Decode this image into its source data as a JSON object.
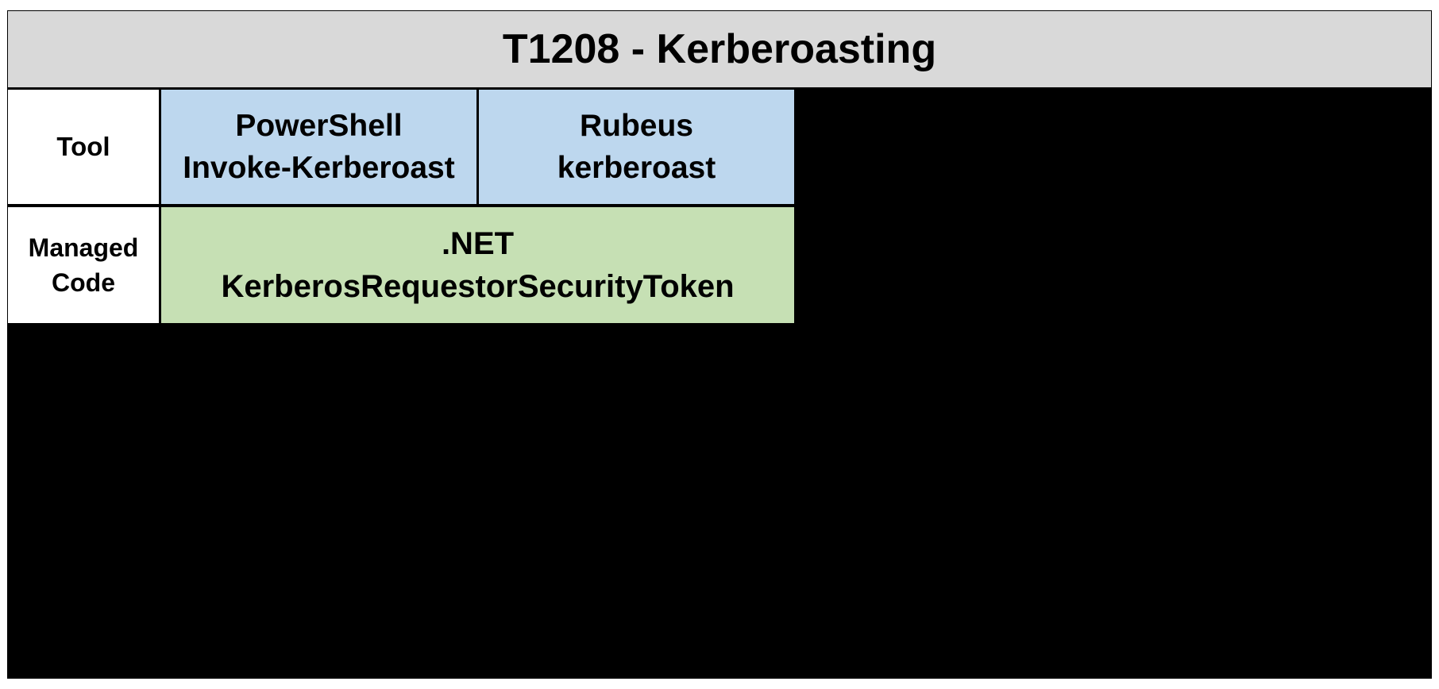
{
  "title": "T1208 - Kerberoasting",
  "rows": {
    "tool": {
      "label": "Tool",
      "cells": [
        {
          "line1": "PowerShell",
          "line2": "Invoke-Kerberoast"
        },
        {
          "line1": "Rubeus",
          "line2": "kerberoast"
        }
      ]
    },
    "managed_code": {
      "label_line1": "Managed",
      "label_line2": "Code",
      "cell": {
        "line1": ".NET",
        "line2": "KerberosRequestorSecurityToken"
      }
    }
  },
  "colors": {
    "title_bg": "#d9d9d9",
    "tool_bg": "#bdd7ee",
    "managed_code_bg": "#c6e0b4",
    "background": "#000000"
  }
}
